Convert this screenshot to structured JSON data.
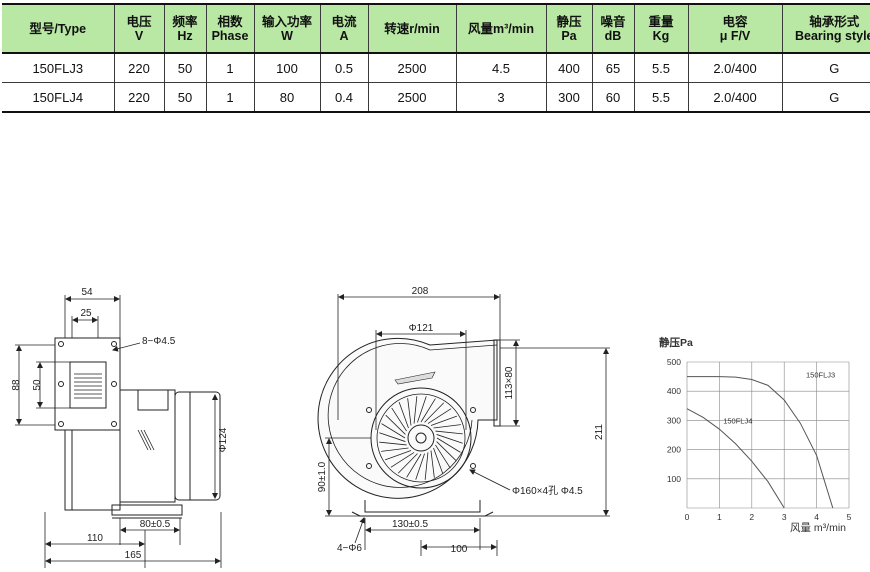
{
  "table": {
    "headers": [
      {
        "l1": "型号/Type",
        "l2": ""
      },
      {
        "l1": "电压",
        "l2": "V"
      },
      {
        "l1": "频率",
        "l2": "Hz"
      },
      {
        "l1": "相数",
        "l2": "Phase"
      },
      {
        "l1": "输入功率",
        "l2": "W"
      },
      {
        "l1": "电流",
        "l2": "A"
      },
      {
        "l1": "转速r/min",
        "l2": ""
      },
      {
        "l1": "风量m³/min",
        "l2": ""
      },
      {
        "l1": "静压",
        "l2": "Pa"
      },
      {
        "l1": "噪音",
        "l2": "dB"
      },
      {
        "l1": "重量",
        "l2": "Kg"
      },
      {
        "l1": "电容",
        "l2": "μ F/V"
      },
      {
        "l1": "轴承形式",
        "l2": "Bearing style"
      }
    ],
    "rows": [
      [
        "150FLJ3",
        "220",
        "50",
        "1",
        "100",
        "0.5",
        "2500",
        "4.5",
        "400",
        "65",
        "5.5",
        "2.0/400",
        "G"
      ],
      [
        "150FLJ4",
        "220",
        "50",
        "1",
        "80",
        "0.4",
        "2500",
        "3",
        "300",
        "60",
        "5.5",
        "2.0/400",
        "G"
      ]
    ]
  },
  "side_view": {
    "dims": {
      "d54": "54",
      "d25": "25",
      "d88": "88",
      "d50": "50",
      "holes": "8−Φ4.5",
      "dia124": "Φ124",
      "d80": "80±0.5",
      "d110": "110",
      "d165": "165"
    }
  },
  "front_view": {
    "dims": {
      "d208": "208",
      "dia121": "Φ121",
      "outlet": "113×80",
      "d211": "211",
      "d90": "90±1.0",
      "pcd": "Φ160×4孔 Φ4.5",
      "feet_holes": "4−Φ6",
      "d130": "130±0.5",
      "d100": "100"
    }
  },
  "chart_data": {
    "type": "line",
    "ylabel": "静压Pa",
    "xlabel": "风量 m³/min",
    "x_ticks": [
      "0",
      "1",
      "2",
      "3",
      "4",
      "5"
    ],
    "y_ticks": [
      "100",
      "200",
      "300",
      "400",
      "500"
    ],
    "xlim": [
      0,
      5
    ],
    "ylim": [
      0,
      500
    ],
    "grid": true,
    "series": [
      {
        "name": "150FLJ3",
        "x": [
          0,
          1.0,
          1.5,
          2.0,
          2.5,
          3.0,
          3.5,
          4.0,
          4.5
        ],
        "y": [
          450,
          450,
          448,
          440,
          420,
          370,
          290,
          180,
          0
        ]
      },
      {
        "name": "150FLJ4",
        "x": [
          0,
          0.5,
          1.0,
          1.5,
          2.0,
          2.5,
          3.0
        ],
        "y": [
          340,
          310,
          270,
          220,
          160,
          90,
          0
        ]
      }
    ],
    "colors": {
      "line": "#555555",
      "grid": "#888888"
    }
  }
}
